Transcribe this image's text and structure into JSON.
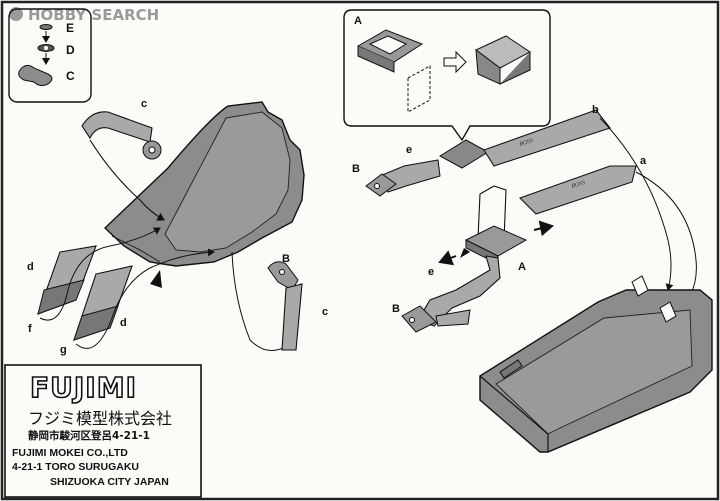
{
  "watermark": {
    "text": "HOBBY SEARCH"
  },
  "legend": {
    "labels": [
      "E",
      "D",
      "C"
    ]
  },
  "detail": {
    "label": "A"
  },
  "parts": {
    "left": {
      "c_top": "c",
      "d_upper": "d",
      "f": "f",
      "d_lower": "d",
      "g": "g",
      "B": "B",
      "c_right": "c"
    },
    "right": {
      "b": "b",
      "B_top": "B",
      "e_top": "e",
      "a": "a",
      "A": "A",
      "e_bottom": "e",
      "B_bottom": "B"
    }
  },
  "strap_prints": {
    "strap_b": "BOSS",
    "strap_a": "BOSS"
  },
  "brand": {
    "logo": "FUJIMI",
    "name_jp": "フジミ模型株式会社",
    "address_jp": "静岡市駿河区登呂4-21-1",
    "company_en": "FUJIMI MOKEI CO.,LTD",
    "address_en": "4-21-1 TORO SURUGAKU",
    "city_en": "SHIZUOKA CITY JAPAN"
  },
  "colors": {
    "ink": "#111111",
    "seat": "#8c8c8c",
    "strap": "#a9a9a9",
    "paper": "#fbfbf8"
  }
}
